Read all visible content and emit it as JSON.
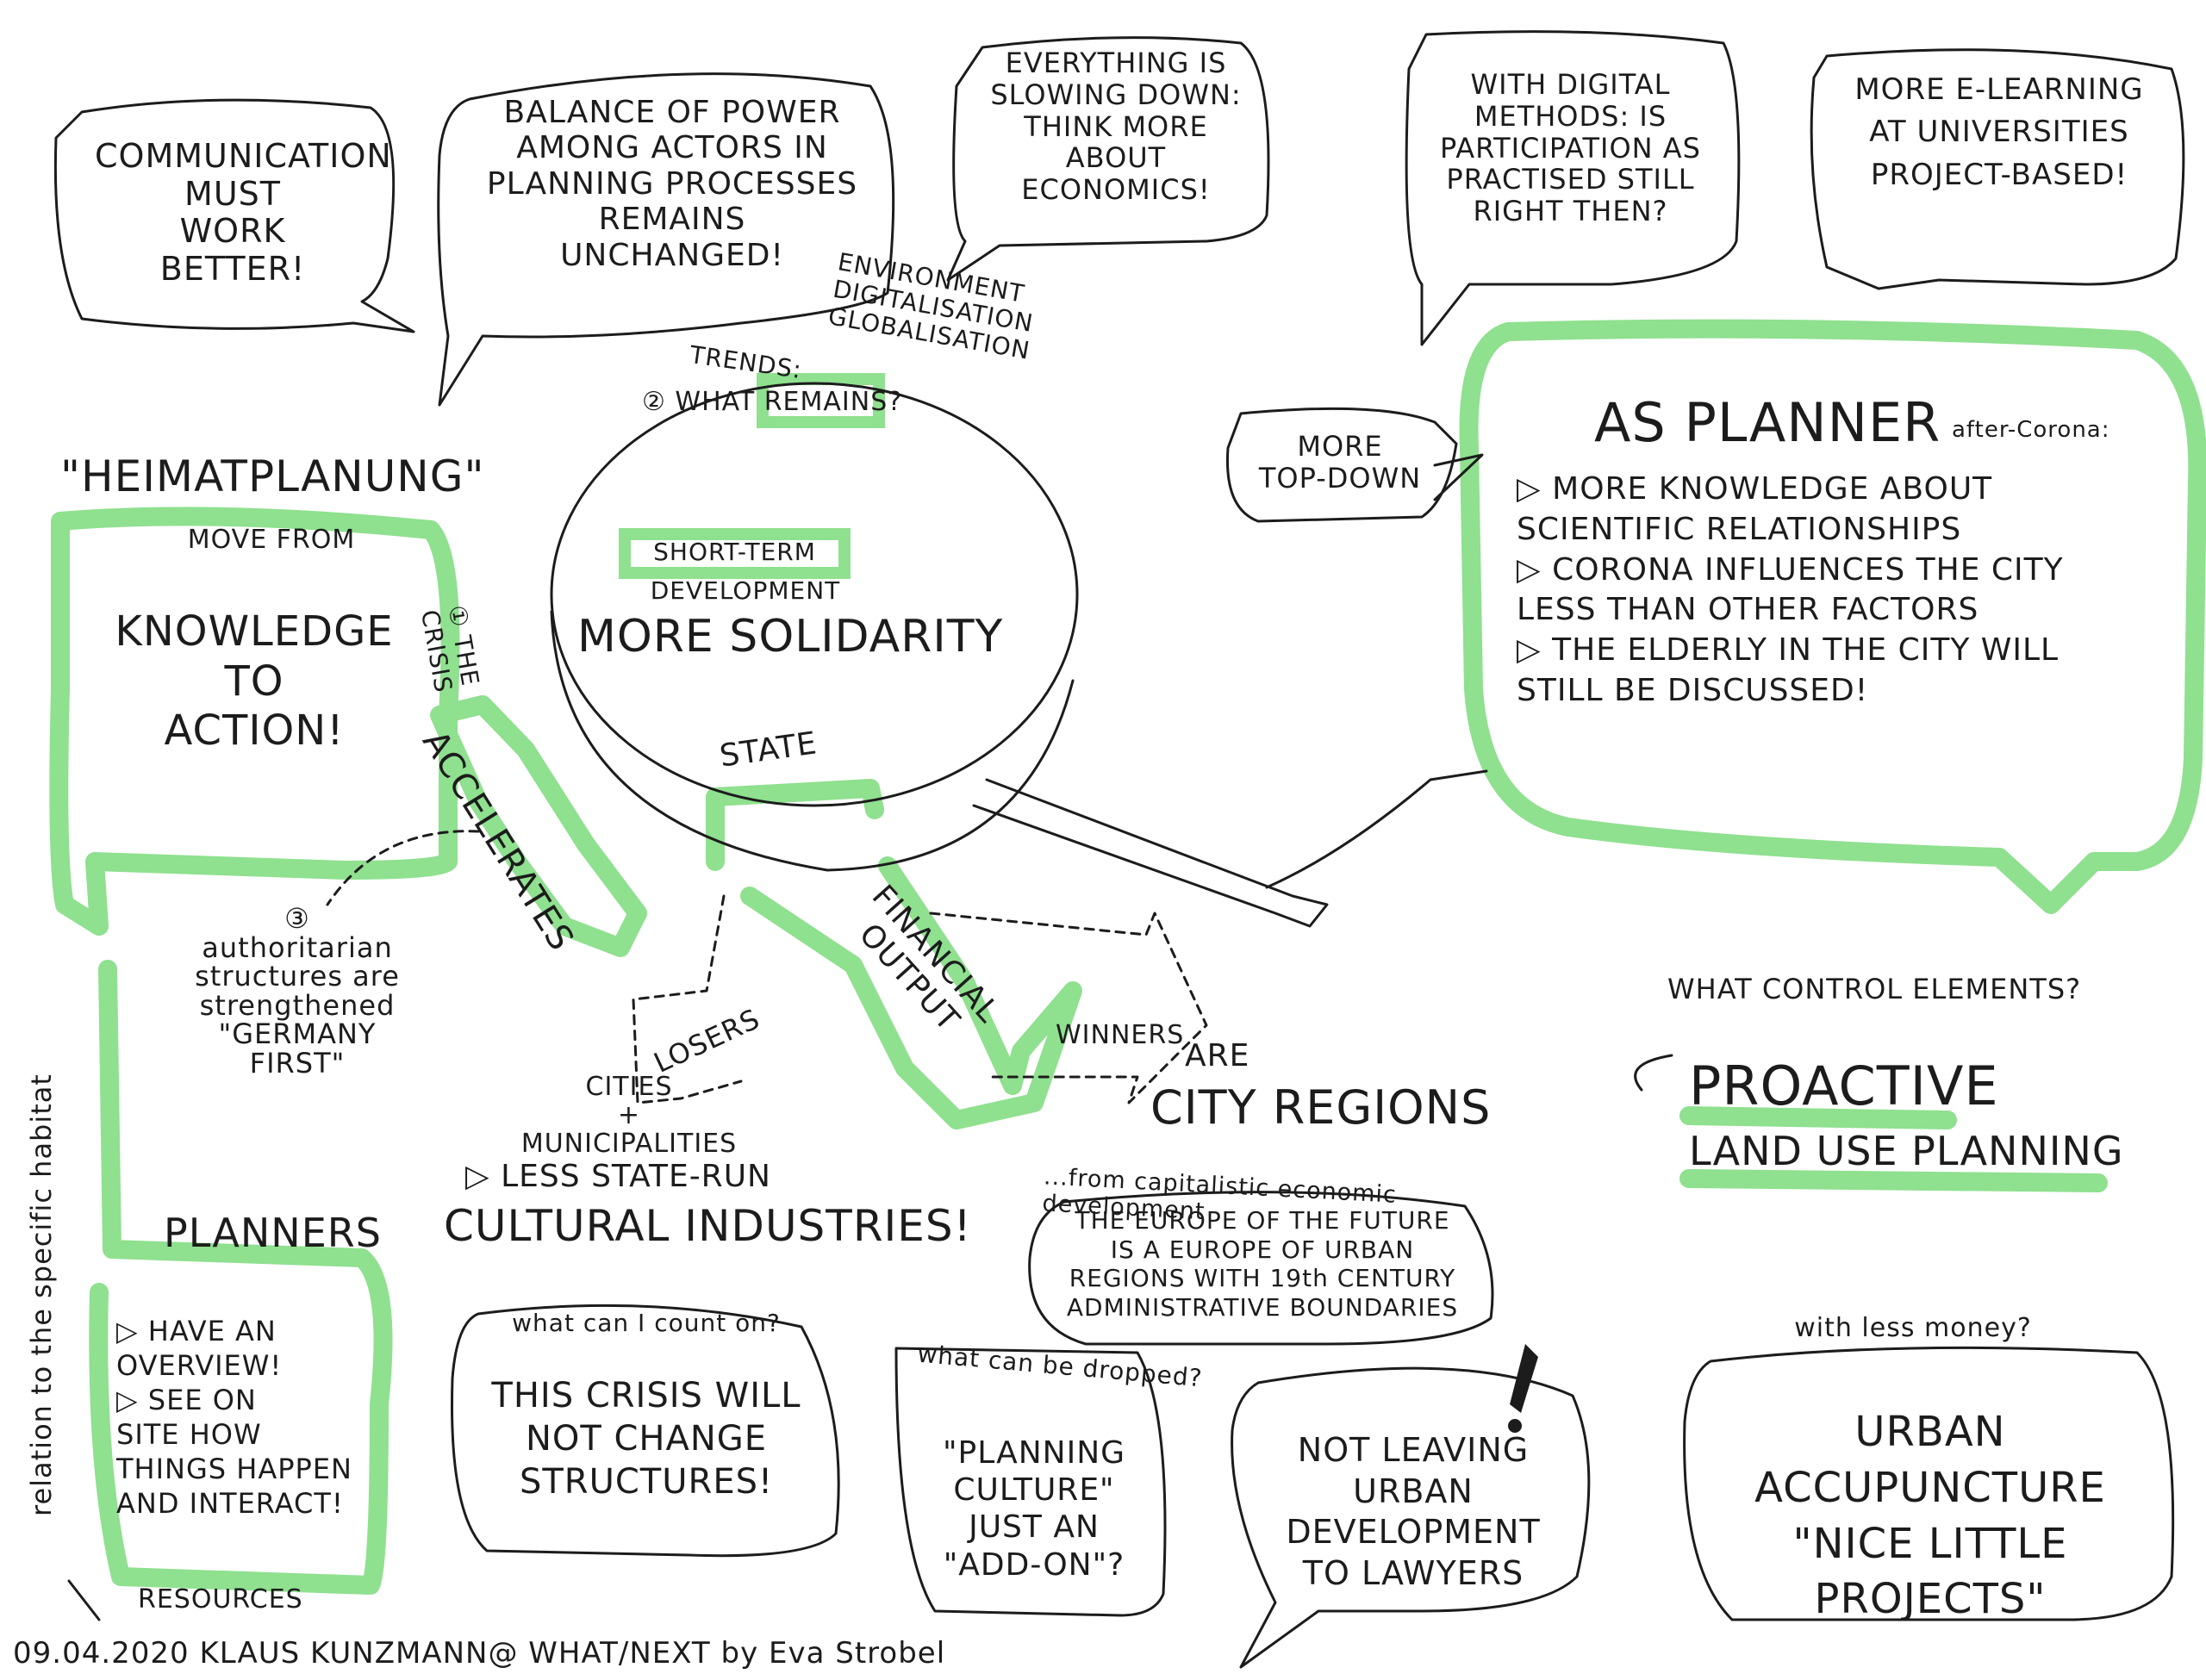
{
  "colors": {
    "ink": "#1c1c1c",
    "highlight": "#8fe08f",
    "paper": "#ffffff"
  },
  "bubbles": {
    "communication": "COMMUNICATION\nMUST\nWORK\nBETTER!",
    "balance": "BALANCE OF POWER\nAMONG ACTORS IN\nPLANNING PROCESSES\nREMAINS\nUNCHANGED!",
    "slowing": "EVERYTHING IS\nSLOWING DOWN:\nTHINK MORE\nABOUT\nECONOMICS!",
    "digital": "WITH DIGITAL\nMETHODS: IS\nPARTICIPATION AS\nPRACTISED STILL\nRIGHT THEN?",
    "elearning": "MORE E-LEARNING\nAT UNIVERSITIES\nPROJECT-BASED!",
    "top_down": "MORE\nTOP-DOWN",
    "planner_title": "AS PLANNER",
    "planner_suffix": "after-Corona:",
    "planner_points": "▷ MORE KNOWLEDGE ABOUT\nSCIENTIFIC RELATIONSHIPS\n▷ CORONA INFLUENCES THE CITY\nLESS THAN OTHER FACTORS\n▷ THE ELDERLY IN THE CITY WILL\nSTILL BE DISCUSSED!"
  },
  "left": {
    "heimat": "\"HEIMATPLANUNG\"",
    "move_from": "MOVE FROM",
    "knowledge": "KNOWLEDGE\nTO\nACTION!",
    "planners_title": "PLANNERS",
    "planners_points": "▷ HAVE AN\nOVERVIEW!\n▷ SEE ON\nSITE HOW\nTHINGS HAPPEN\nAND INTERACT!",
    "resources": "RESOURCES",
    "habitat": "relation to the specific habitat"
  },
  "center": {
    "trends_label": "TRENDS:",
    "trends": "ENVIRONMENT\nDIGITALISATION\nGLOBALISATION",
    "what_remains": "② WHAT REMAINS?",
    "short_term": "SHORT-TERM",
    "development": "DEVELOPMENT",
    "solidarity": "MORE SOLIDARITY",
    "state": "STATE",
    "the_crisis": "① THE CRISIS",
    "accelerates": "ACCELERATES",
    "authoritarian": "③\nauthoritarian\nstructures are\nstrengthened\n\"GERMANY\nFIRST\"",
    "financial": "FINANCIAL\nOUTPUT",
    "losers": "LOSERS",
    "winners": "WINNERS",
    "are": "ARE",
    "city_regions": "CITY REGIONS",
    "cities": "CITIES\n+\nMUNICIPALITIES",
    "less_state": "▷ LESS STATE-RUN",
    "cultural": "CULTURAL INDUSTRIES!"
  },
  "right": {
    "control": "WHAT CONTROL ELEMENTS?",
    "proactive": "PROACTIVE",
    "land_use": "LAND USE PLANNING",
    "capitalistic": "...from capitalistic economic development",
    "europe": "THE EUROPE OF THE FUTURE\nIS A EUROPE OF URBAN\nREGIONS WITH 19th CENTURY\nADMINISTRATIVE BOUNDARIES"
  },
  "bottom": {
    "count_q": "what can I count on?",
    "count_a": "THIS CRISIS WILL\nNOT CHANGE\nSTRUCTURES!",
    "dropped_q": "what can be dropped?",
    "dropped_a": "\"PLANNING\nCULTURE\"\nJUST AN\n\"ADD-ON\"?",
    "lawyers": "NOT LEAVING\nURBAN DEVELOPMENT\nTO LAWYERS",
    "money_q": "with less money?",
    "money_a": "URBAN ACCUPUNCTURE\n\"NICE LITTLE PROJECTS\""
  },
  "footer": "09.04.2020 KLAUS KUNZMANN@ WHAT/NEXT by Eva Strobel"
}
